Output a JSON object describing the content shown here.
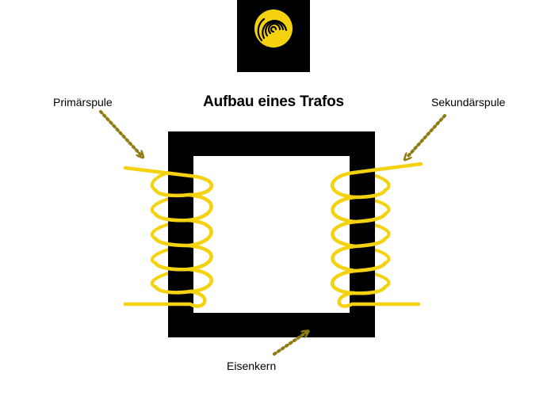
{
  "title": "Aufbau eines Trafos",
  "labels": {
    "primary_coil": "Primärspule",
    "secondary_coil": "Sekundärspule",
    "iron_core": "Eisenkern"
  },
  "icons": {
    "logo": "spiral-logo-icon"
  },
  "colors": {
    "core": "#000000",
    "coil": "#f5d20f",
    "arrow": "#8f7d14",
    "logo_bg": "#000000",
    "logo_circle": "#f5d20f"
  }
}
